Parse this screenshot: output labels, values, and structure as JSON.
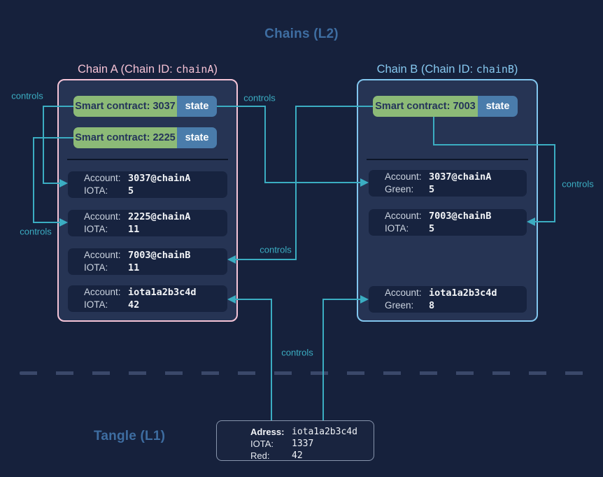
{
  "palette": {
    "background": "#16213c",
    "panel_fill": "#263454",
    "account_fill": "#17233f",
    "contract_green": "#8cba77",
    "state_blue": "#4a7cab",
    "wire_teal": "#3badc2",
    "chain_a_pink": "#f6c5d8",
    "chain_b_blue": "#82c6ee",
    "heading_blue": "#3e6da1",
    "dash_gray": "#3a486a"
  },
  "heading_l2": "Chains (L2)",
  "heading_l1": "Tangle (L1)",
  "controls": [
    "controls",
    "controls",
    "controls",
    "controls",
    "controls",
    "controls"
  ],
  "chain_a": {
    "title_text": "Chain A (Chain ID: ",
    "title_code": "chainA",
    "title_close": ")",
    "contracts": [
      {
        "label": "Smart contract: 3037",
        "state": "state"
      },
      {
        "label": "Smart contract: 2225",
        "state": "state"
      }
    ],
    "accounts": [
      {
        "k1": "Account:",
        "v1": "3037@chainA",
        "k2": "IOTA:",
        "v2": "5"
      },
      {
        "k1": "Account:",
        "v1": "2225@chainA",
        "k2": "IOTA:",
        "v2": "11"
      },
      {
        "k1": "Account:",
        "v1": "7003@chainB",
        "k2": "IOTA:",
        "v2": "11"
      },
      {
        "k1": "Account:",
        "v1": "iota1a2b3c4d",
        "k2": "IOTA:",
        "v2": "42"
      }
    ]
  },
  "chain_b": {
    "title_text": "Chain B (Chain ID: ",
    "title_code": "chainB",
    "title_close": ")",
    "contracts": [
      {
        "label": "Smart contract: 7003",
        "state": "state"
      }
    ],
    "accounts": [
      {
        "k1": "Account:",
        "v1": "3037@chainA",
        "k2": "Green:",
        "v2": "5"
      },
      {
        "k1": "Account:",
        "v1": "7003@chainB",
        "k2": "IOTA:",
        "v2": "5"
      },
      {
        "k1": "Account:",
        "v1": "iota1a2b3c4d",
        "k2": "Green:",
        "v2": "8"
      }
    ]
  },
  "l1_box": {
    "addr_label": "Adress:",
    "addr_value": "iota1a2b3c4d",
    "iota_label": "IOTA:",
    "iota_value": "1337",
    "red_label": "Red:",
    "red_value": "42"
  }
}
